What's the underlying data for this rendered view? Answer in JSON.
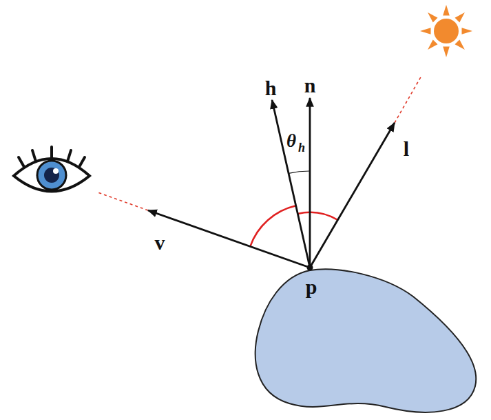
{
  "diagram": {
    "labels": [
      "h",
      "n",
      "θ",
      "h",
      "l",
      "v",
      "p"
    ]
  }
}
